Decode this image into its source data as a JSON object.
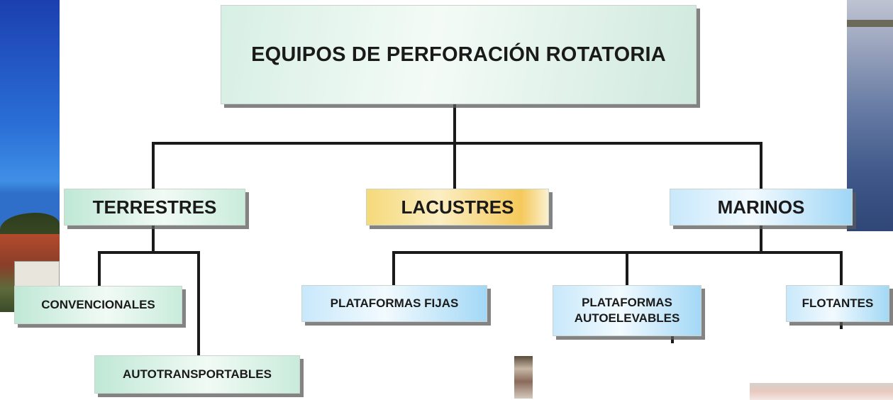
{
  "diagram": {
    "root": {
      "label": "EQUIPOS DE PERFORACIÓN ROTATORIA"
    },
    "categories": [
      {
        "label": "TERRESTRES",
        "color": "#c9ecdb"
      },
      {
        "label": "LACUSTRES",
        "color": "#f5c95a"
      },
      {
        "label": "MARINOS",
        "color": "#9fd6f6"
      }
    ],
    "terrestres_children": [
      {
        "label": "CONVENCIONALES"
      },
      {
        "label": "AUTOTRANSPORTABLES"
      }
    ],
    "marinos_children": [
      {
        "label": "PLATAFORMAS FIJAS"
      },
      {
        "label_line1": "PLATAFORMAS",
        "label_line2": "AUTOELEVABLES"
      },
      {
        "label": "FLOTANTES"
      }
    ],
    "connector_color": "#1a1a1a"
  }
}
